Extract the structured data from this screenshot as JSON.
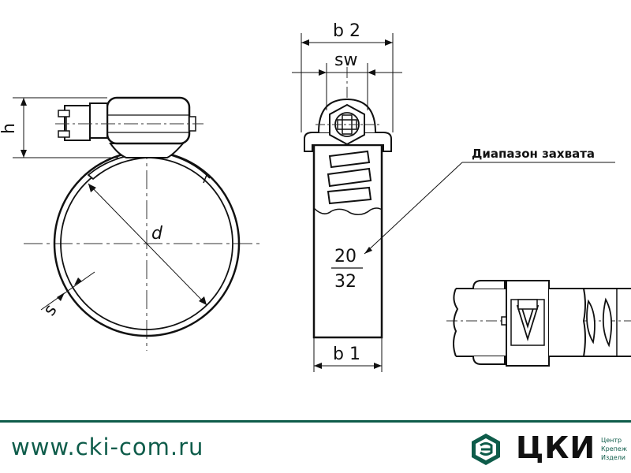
{
  "labels": {
    "h": "h",
    "d": "d",
    "s": "s",
    "b2": "b 2",
    "sw": "sw",
    "b1": "b 1",
    "range_caption": "Диапазон захвата",
    "range_min": "20",
    "range_max": "32"
  },
  "footer": {
    "website": "www.cki-com.ru",
    "brand": "ЦКИ",
    "tagline": [
      "Центр",
      "Крепеж",
      "Издели"
    ]
  },
  "colors": {
    "brand_green": "#0e5c4a",
    "line": "#111111"
  }
}
